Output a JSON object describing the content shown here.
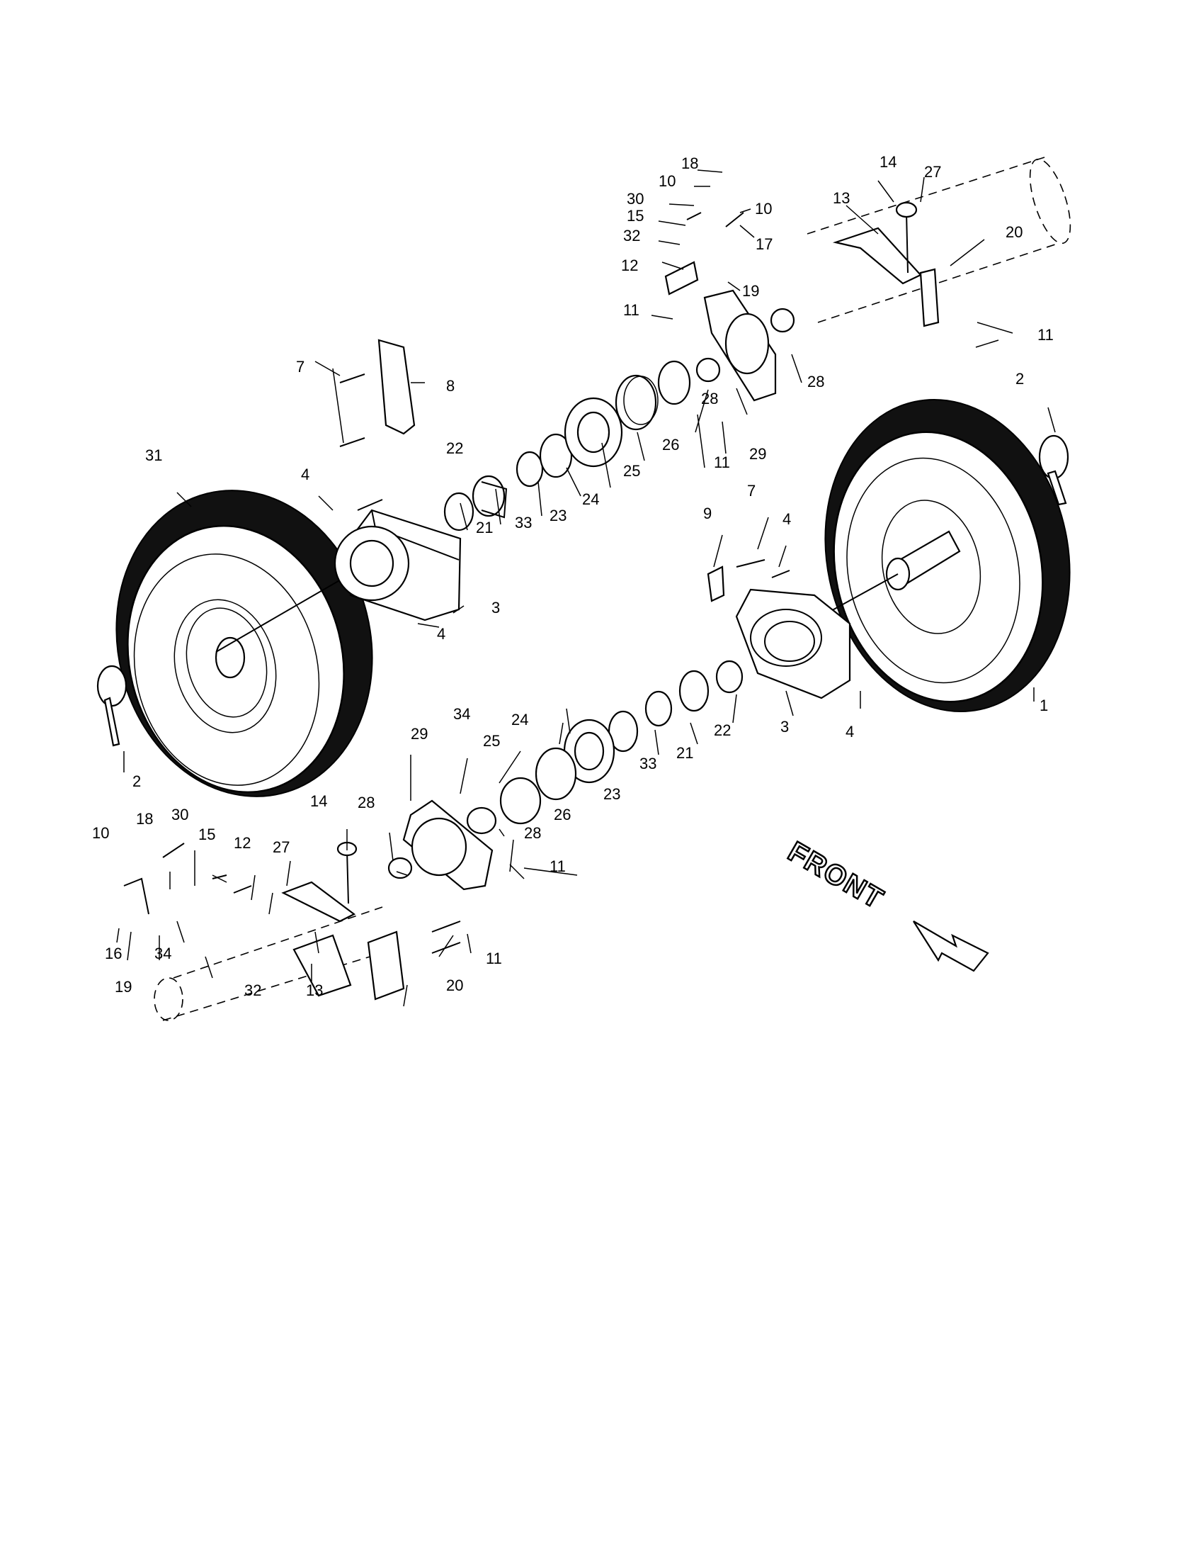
{
  "direction_label": "FRONT",
  "callouts": [
    {
      "id": "c1",
      "text": "18"
    },
    {
      "id": "c2",
      "text": "10"
    },
    {
      "id": "c3",
      "text": "30"
    },
    {
      "id": "c4",
      "text": "15"
    },
    {
      "id": "c5",
      "text": "32"
    },
    {
      "id": "c6",
      "text": "12"
    },
    {
      "id": "c7",
      "text": "10"
    },
    {
      "id": "c8",
      "text": "17"
    },
    {
      "id": "c9",
      "text": "19"
    },
    {
      "id": "c10",
      "text": "14"
    },
    {
      "id": "c11",
      "text": "27"
    },
    {
      "id": "c12",
      "text": "13"
    },
    {
      "id": "c13",
      "text": "20"
    },
    {
      "id": "c14",
      "text": "11"
    },
    {
      "id": "c15",
      "text": "11"
    },
    {
      "id": "c16",
      "text": "28"
    },
    {
      "id": "c17",
      "text": "28"
    },
    {
      "id": "c18",
      "text": "29"
    },
    {
      "id": "c19",
      "text": "11"
    },
    {
      "id": "c20",
      "text": "26"
    },
    {
      "id": "c21",
      "text": "25"
    },
    {
      "id": "c22",
      "text": "24"
    },
    {
      "id": "c23",
      "text": "23"
    },
    {
      "id": "c24",
      "text": "33"
    },
    {
      "id": "c25",
      "text": "21"
    },
    {
      "id": "c26",
      "text": "22"
    },
    {
      "id": "c27",
      "text": "7"
    },
    {
      "id": "c28",
      "text": "8"
    },
    {
      "id": "c29",
      "text": "31"
    },
    {
      "id": "c30",
      "text": "4"
    },
    {
      "id": "c31",
      "text": "3"
    },
    {
      "id": "c32",
      "text": "4"
    },
    {
      "id": "c33",
      "text": "2"
    },
    {
      "id": "c34",
      "text": "9"
    },
    {
      "id": "c35",
      "text": "7"
    },
    {
      "id": "c36",
      "text": "4"
    },
    {
      "id": "c37",
      "text": "2"
    },
    {
      "id": "c38",
      "text": "1"
    },
    {
      "id": "c39",
      "text": "3"
    },
    {
      "id": "c40",
      "text": "4"
    },
    {
      "id": "c41",
      "text": "22"
    },
    {
      "id": "c42",
      "text": "21"
    },
    {
      "id": "c43",
      "text": "33"
    },
    {
      "id": "c44",
      "text": "23"
    },
    {
      "id": "c45",
      "text": "24"
    },
    {
      "id": "c46",
      "text": "25"
    },
    {
      "id": "c47",
      "text": "34"
    },
    {
      "id": "c48",
      "text": "29"
    },
    {
      "id": "c49",
      "text": "26"
    },
    {
      "id": "c50",
      "text": "28"
    },
    {
      "id": "c51",
      "text": "28"
    },
    {
      "id": "c52",
      "text": "11"
    },
    {
      "id": "c53",
      "text": "14"
    },
    {
      "id": "c54",
      "text": "10"
    },
    {
      "id": "c55",
      "text": "18"
    },
    {
      "id": "c56",
      "text": "30"
    },
    {
      "id": "c57",
      "text": "15"
    },
    {
      "id": "c58",
      "text": "12"
    },
    {
      "id": "c59",
      "text": "27"
    },
    {
      "id": "c60",
      "text": "16"
    },
    {
      "id": "c61",
      "text": "34"
    },
    {
      "id": "c62",
      "text": "19"
    },
    {
      "id": "c63",
      "text": "32"
    },
    {
      "id": "c64",
      "text": "13"
    },
    {
      "id": "c65",
      "text": "20"
    },
    {
      "id": "c66",
      "text": "11"
    }
  ]
}
